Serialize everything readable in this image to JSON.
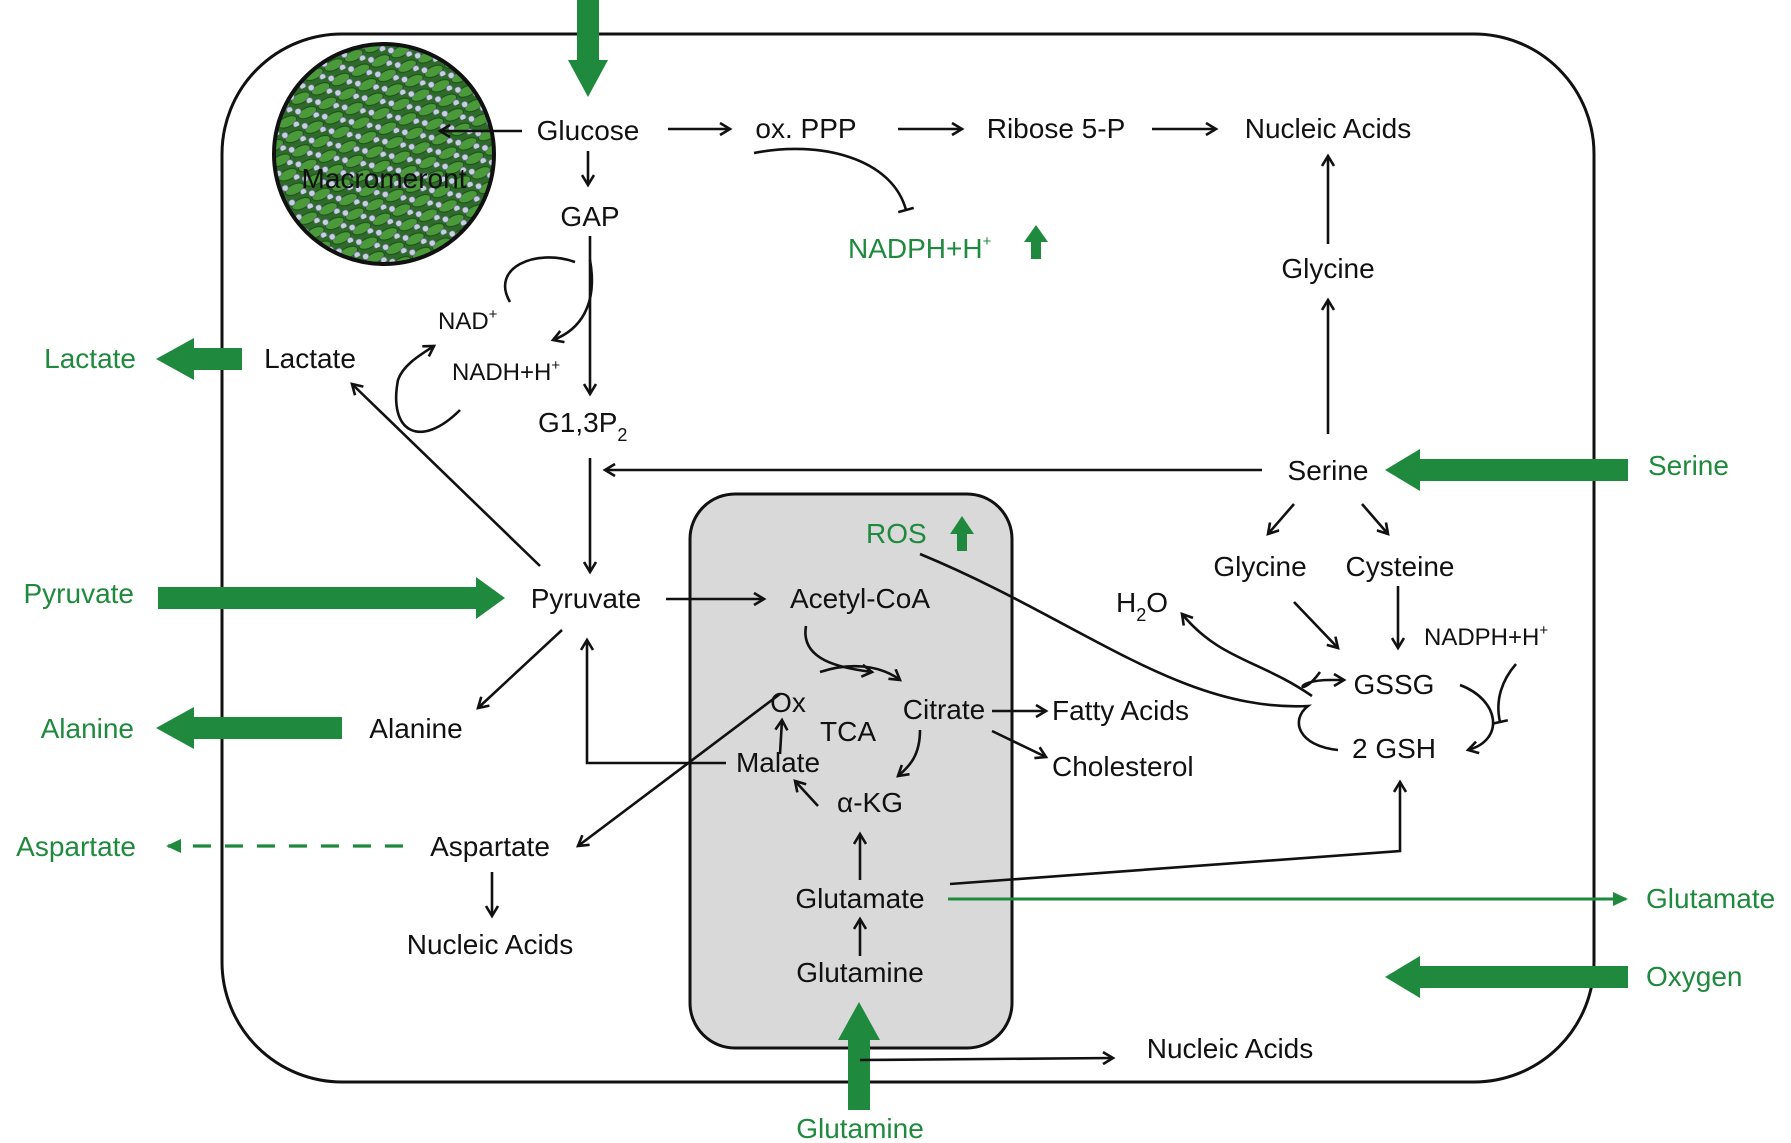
{
  "colors": {
    "accent": "#1f8a3e",
    "text": "#111111",
    "mitochondrion_fill": "#d9d9d9"
  },
  "labels": {
    "macromeront": "Macromeront",
    "glucose": "Glucose",
    "ox_ppp": "ox. PPP",
    "ribose5p": "Ribose 5-P",
    "nucleic_acids_top": "Nucleic Acids",
    "gap": "GAP",
    "nadph_ppp": "NADPH+H",
    "glycine_top": "Glycine",
    "nad": "NAD",
    "nadh": "NADH+H",
    "g13p2": "G1,3P",
    "g13p2_sub": "2",
    "lactate_in": "Lactate",
    "lactate_out": "Lactate",
    "serine_in": "Serine",
    "serine_out": "Serine",
    "ros": "ROS",
    "pyruvate_in": "Pyruvate",
    "pyruvate_out": "Pyruvate",
    "acetyl_coa": "Acetyl-CoA",
    "glycine_mid": "Glycine",
    "cysteine": "Cysteine",
    "h2o": "H",
    "h2o_sub": "2",
    "h2o_o": "O",
    "nadph_gssg": "NADPH+H",
    "gssg": "GSSG",
    "gsh": "2 GSH",
    "ox": "Ox",
    "citrate": "Citrate",
    "tca": "TCA",
    "malate": "Malate",
    "akg": "α-KG",
    "fatty_acids": "Fatty Acids",
    "cholesterol": "Cholesterol",
    "alanine_in": "Alanine",
    "alanine_out": "Alanine",
    "aspartate_in": "Aspartate",
    "aspartate_out": "Aspartate",
    "nucleic_acids_left": "Nucleic Acids",
    "glutamate_in": "Glutamate",
    "glutamate_out": "Glutamate",
    "glutamine_in": "Glutamine",
    "glutamine_out": "Glutamine",
    "nucleic_acids_bottom": "Nucleic Acids",
    "oxygen": "Oxygen",
    "plus": "+"
  }
}
